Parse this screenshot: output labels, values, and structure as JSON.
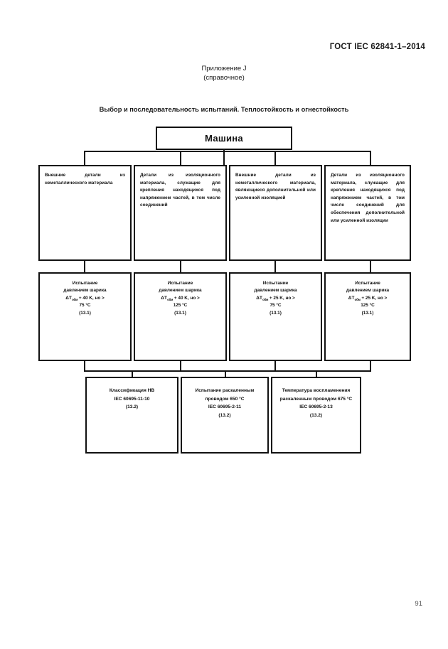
{
  "document": {
    "header_standard": "ГОСТ IEC 62841-1–2014",
    "annex_label": "Приложение J",
    "annex_type": "(справочное)",
    "figure_title": "Выбор и последовательность испытаний. Теплостойкость и огнестойкость",
    "page_number": "91"
  },
  "chart_data": {
    "type": "diagram",
    "title": "Выбор и последовательность испытаний. Теплостойкость и огнестойкость",
    "root": {
      "id": "machine",
      "label": "Машина"
    },
    "row1": [
      {
        "id": "cat-1",
        "label": "Внешние детали из неметаллического материала"
      },
      {
        "id": "cat-2",
        "label": "Детали из изоляционного материала, служащие для крепления находящихся под напряжением частей, в том числе соединений"
      },
      {
        "id": "cat-3",
        "label": "Внешние детали из неметаллического материала, являющиеся дополнительной или усиленной изоляцией"
      },
      {
        "id": "cat-4",
        "label": "Детали из изоляционного материала, служащие для крепления находящихся под напряжением частей, в том числе соединений для обеспечения дополнительной или усиленной изоляции"
      }
    ],
    "row2": [
      {
        "id": "ball-1",
        "line1": "Испытание",
        "line2": "давлением шарика",
        "formula_prefix": "ΔT",
        "formula_sub": "обм",
        "formula_suffix": "+ 40 K, но >",
        "limit": "75 °C",
        "clause": "(13.1)"
      },
      {
        "id": "ball-2",
        "line1": "Испытание",
        "line2": "давлением шарика",
        "formula_prefix": "ΔT",
        "formula_sub": "обм",
        "formula_suffix": "+ 40 K, но >",
        "limit": "125 °C",
        "clause": "(13.1)"
      },
      {
        "id": "ball-3",
        "line1": "Испытание",
        "line2": "давлением шарика",
        "formula_prefix": "ΔT",
        "formula_sub": "обм",
        "formula_suffix": "+ 25 K, но >",
        "limit": "75 °C",
        "clause": "(13.1)"
      },
      {
        "id": "ball-4",
        "line1": "Испытание",
        "line2": "давлением шарика",
        "formula_prefix": "ΔT",
        "formula_sub": "обм",
        "formula_suffix": "+ 25 K, но >",
        "limit": "125 °C",
        "clause": "(13.1)"
      }
    ],
    "row3": [
      {
        "id": "fire-1",
        "line1": "Классификация HB",
        "line2": "IEC 60695-11-10",
        "line3": "(13.2)"
      },
      {
        "id": "fire-2",
        "line1": "Испытание раскаленным проводом 650 °C",
        "line2": "IEC 60695-2-11",
        "line3": "(13.2)"
      },
      {
        "id": "fire-3",
        "line1": "Температура воспламенения раскаленным проводом 675 °C",
        "line2": "IEC 60695-2-13",
        "line3": "(13.2)"
      }
    ]
  }
}
